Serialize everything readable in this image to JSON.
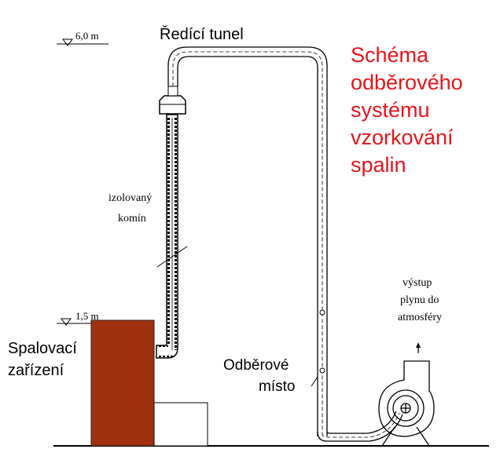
{
  "diagram": {
    "title_lines": [
      "Schéma",
      "odběrového",
      "systému",
      "vzorkování",
      "spalin"
    ],
    "labels": {
      "dilution_tunnel": "Ředící tunel",
      "insulated_chimney_line1": "izolovaný",
      "insulated_chimney_line2": "komín",
      "combustion_device_line1": "Spalovací",
      "combustion_device_line2": "zařízení",
      "sampling_point_line1": "Odběrové",
      "sampling_point_line2": "místo",
      "gas_outlet_line1": "výstup",
      "gas_outlet_line2": "plynu do",
      "gas_outlet_line3": "atmosféry",
      "height_top": "6,0 m",
      "height_low": "1,5 m"
    },
    "colors": {
      "title": "#e8141b",
      "furnace": "#a0300e",
      "line": "#000000"
    }
  }
}
